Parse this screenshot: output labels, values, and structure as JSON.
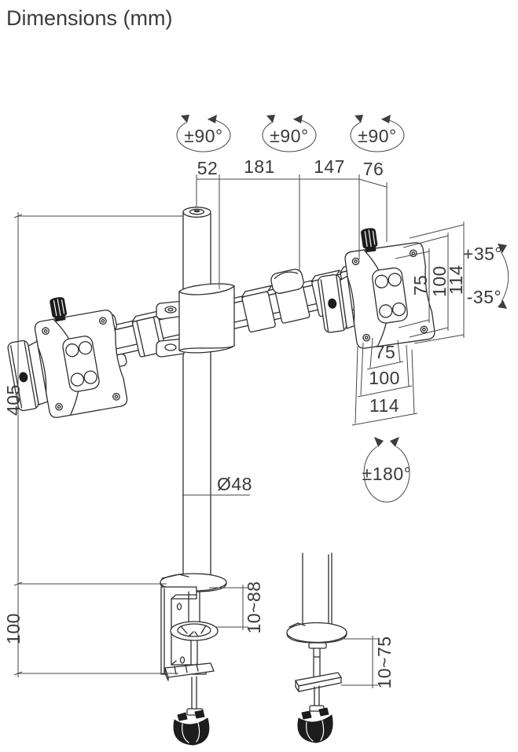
{
  "title": "Dimensions (mm)",
  "colors": {
    "line": "#2e2e2e",
    "dim_text": "#3a3a3a",
    "knob": "#1d1d1d"
  },
  "rotation": {
    "joint_left": "±90°",
    "joint_center": "±90°",
    "joint_right": "±90°",
    "vesa_swivel": "±180°"
  },
  "tilt": {
    "up": "+35°",
    "down": "-35°"
  },
  "dims": {
    "top": {
      "a": "52",
      "b": "181",
      "c": "147",
      "d": "76"
    },
    "left": {
      "pole_height": "405",
      "clamp_body": "100"
    },
    "pole_diameter": "Ø48",
    "vesa_vertical": {
      "inner": "75",
      "middle": "100",
      "outer": "114"
    },
    "vesa_horizontal": {
      "inner": "75",
      "middle": "100",
      "outer": "114"
    },
    "clamp_range": "10~88",
    "grommet_range": "10~75"
  }
}
